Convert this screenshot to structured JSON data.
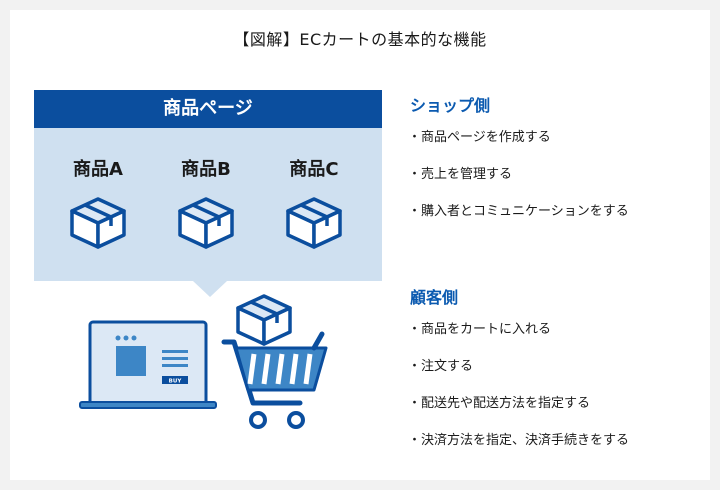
{
  "title": "【図解】ECカートの基本的な機能",
  "panel": {
    "header": "商品ページ",
    "products": [
      {
        "label": "商品A"
      },
      {
        "label": "商品B"
      },
      {
        "label": "商品C"
      }
    ]
  },
  "illustration": {
    "buy_label": "BUY",
    "icons": [
      "laptop-icon",
      "shopping-cart-icon",
      "box-icon"
    ]
  },
  "shop_side": {
    "heading": "ショップ側",
    "items": [
      "商品ページを作成する",
      "売上を管理する",
      "購入者とコミュニケーションをする"
    ]
  },
  "customer_side": {
    "heading": "顧客側",
    "items": [
      "商品をカートに入れる",
      "注文する",
      "配送先や配送方法を指定する",
      "決済方法を指定、決済手続きをする"
    ]
  },
  "colors": {
    "primary": "#0b4e9e",
    "heading_blue": "#0b5ab0",
    "panel_bg": "#cfe0f0",
    "icon_light": "#dce8f5",
    "icon_mid": "#3d86c6"
  }
}
